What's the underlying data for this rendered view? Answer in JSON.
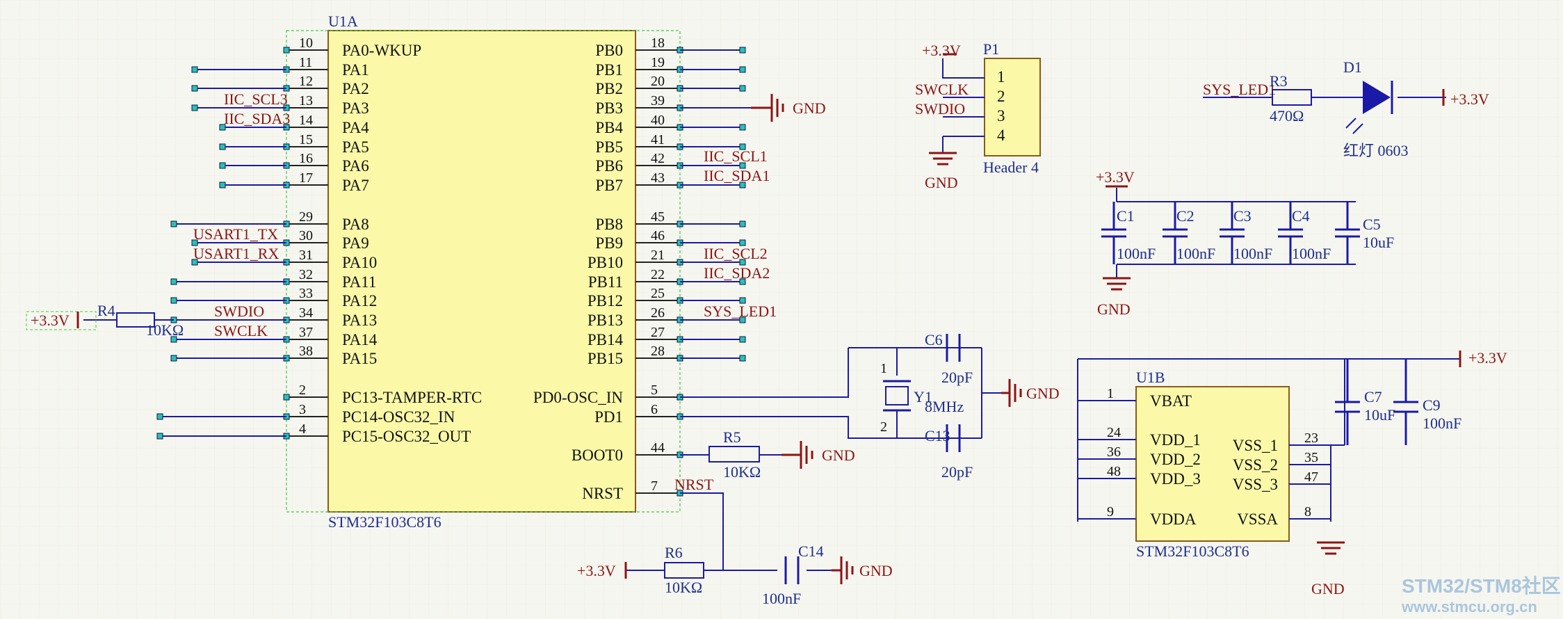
{
  "u1a": {
    "designator": "U1A",
    "part": "STM32F103C8T6",
    "left_pins": [
      {
        "num": "10",
        "name": "PA0-WKUP"
      },
      {
        "num": "11",
        "name": "PA1"
      },
      {
        "num": "12",
        "name": "PA2"
      },
      {
        "num": "13",
        "name": "PA3"
      },
      {
        "num": "14",
        "name": "PA4"
      },
      {
        "num": "15",
        "name": "PA5"
      },
      {
        "num": "16",
        "name": "PA6"
      },
      {
        "num": "17",
        "name": "PA7"
      },
      {
        "num": "29",
        "name": "PA8"
      },
      {
        "num": "30",
        "name": "PA9"
      },
      {
        "num": "31",
        "name": "PA10"
      },
      {
        "num": "32",
        "name": "PA11"
      },
      {
        "num": "33",
        "name": "PA12"
      },
      {
        "num": "34",
        "name": "PA13"
      },
      {
        "num": "37",
        "name": "PA14"
      },
      {
        "num": "38",
        "name": "PA15"
      },
      {
        "num": "2",
        "name": "PC13-TAMPER-RTC"
      },
      {
        "num": "3",
        "name": "PC14-OSC32_IN"
      },
      {
        "num": "4",
        "name": "PC15-OSC32_OUT"
      }
    ],
    "right_pins": [
      {
        "num": "18",
        "name": "PB0"
      },
      {
        "num": "19",
        "name": "PB1"
      },
      {
        "num": "20",
        "name": "PB2"
      },
      {
        "num": "39",
        "name": "PB3"
      },
      {
        "num": "40",
        "name": "PB4"
      },
      {
        "num": "41",
        "name": "PB5"
      },
      {
        "num": "42",
        "name": "PB6"
      },
      {
        "num": "43",
        "name": "PB7"
      },
      {
        "num": "45",
        "name": "PB8"
      },
      {
        "num": "46",
        "name": "PB9"
      },
      {
        "num": "21",
        "name": "PB10"
      },
      {
        "num": "22",
        "name": "PB11"
      },
      {
        "num": "25",
        "name": "PB12"
      },
      {
        "num": "26",
        "name": "PB13"
      },
      {
        "num": "27",
        "name": "PB14"
      },
      {
        "num": "28",
        "name": "PB15"
      },
      {
        "num": "5",
        "name": "PD0-OSC_IN"
      },
      {
        "num": "6",
        "name": "PD1"
      },
      {
        "num": "44",
        "name": "BOOT0"
      },
      {
        "num": "7",
        "name": "NRST"
      }
    ]
  },
  "u1b": {
    "designator": "U1B",
    "part": "STM32F103C8T6",
    "pins": [
      {
        "num": "1",
        "name": "VBAT"
      },
      {
        "num": "24",
        "name": "VDD_1"
      },
      {
        "num": "36",
        "name": "VDD_2"
      },
      {
        "num": "48",
        "name": "VDD_3"
      },
      {
        "num": "9",
        "name": "VDDA"
      },
      {
        "num": "23",
        "name": "VSS_1"
      },
      {
        "num": "35",
        "name": "VSS_2"
      },
      {
        "num": "47",
        "name": "VSS_3"
      },
      {
        "num": "8",
        "name": "VSSA"
      }
    ]
  },
  "net_labels": {
    "iic_scl3": "IIC_SCL3",
    "iic_sda3": "IIC_SDA3",
    "usart1_tx": "USART1_TX",
    "usart1_rx": "USART1_RX",
    "swdio": "SWDIO",
    "swclk": "SWCLK",
    "iic_scl1": "IIC_SCL1",
    "iic_sda1": "IIC_SDA1",
    "iic_scl2": "IIC_SCL2",
    "iic_sda2": "IIC_SDA2",
    "sys_led1": "SYS_LED1",
    "nrst": "NRST",
    "sys_led": "SYS_LED1"
  },
  "power": {
    "vcc": "+3.3V",
    "gnd": "GND"
  },
  "components": {
    "r4": {
      "des": "R4",
      "val": "10KΩ"
    },
    "r5": {
      "des": "R5",
      "val": "10KΩ"
    },
    "r6": {
      "des": "R6",
      "val": "10KΩ"
    },
    "r3": {
      "des": "R3",
      "val": "470Ω"
    },
    "d1": {
      "des": "D1",
      "val": "红灯 0603"
    },
    "y1": {
      "des": "Y1",
      "val": "8MHz",
      "pin1": "1",
      "pin2": "2"
    },
    "c6": {
      "des": "C6",
      "val": "20pF"
    },
    "c13": {
      "des": "C13",
      "val": "20pF"
    },
    "c14": {
      "des": "C14",
      "val": "100nF"
    },
    "c1": {
      "des": "C1",
      "val": "100nF"
    },
    "c2": {
      "des": "C2",
      "val": "100nF"
    },
    "c3": {
      "des": "C3",
      "val": "100nF"
    },
    "c4": {
      "des": "C4",
      "val": "100nF"
    },
    "c5": {
      "des": "C5",
      "val": "10uF"
    },
    "c7": {
      "des": "C7",
      "val": "10uF"
    },
    "c9": {
      "des": "C9",
      "val": "100nF"
    }
  },
  "header": {
    "des": "P1",
    "val": "Header 4",
    "pins": [
      "1",
      "2",
      "3",
      "4"
    ],
    "nets": [
      "SWCLK",
      "SWDIO"
    ]
  },
  "watermark": {
    "line1": "STM32/STM8社区",
    "line2": "www.stmcu.org.cn"
  },
  "colors": {
    "body_fill": "#fbf9a8",
    "wire": "#1a1aa6",
    "power": "#8c1414",
    "selection": "#3ccc3c",
    "pad": "#27c2b6"
  }
}
